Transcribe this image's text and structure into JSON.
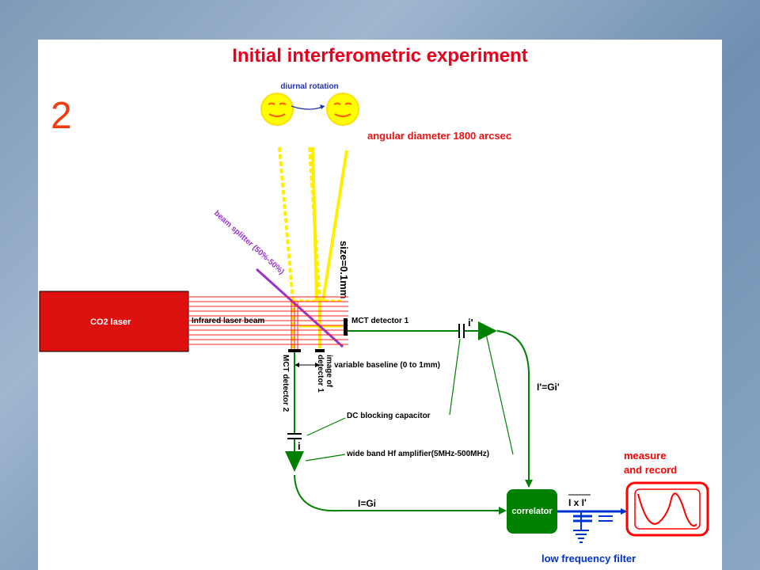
{
  "slide": {
    "title": "Initial interferometric experiment",
    "slide_number": "2"
  },
  "labels": {
    "diurnal_rotation": "diurnal rotation",
    "angular_diameter": "angular diameter 1800 arcsec",
    "beam_splitter": "beam splitter (50%-50%)",
    "size": "size=0.1mm",
    "co2_laser": "CO2 laser",
    "infrared_beam": "Infrared laser beam",
    "mct_detector_1": "MCT detector 1",
    "mct_detector_2": "MCT detector 2",
    "image_of_detector_line1": "image of",
    "image_of_detector_line2": "detector 1",
    "variable_baseline": "variable baseline (0 to 1mm)",
    "dc_blocking_capacitor": "DC blocking capacitor",
    "wide_band_amplifier": "wide band Hf amplifier(5MHz-500MHz)",
    "i_prime": "i'",
    "i": "i",
    "I_prime_eq": "I'=Gi'",
    "I_eq": "I=Gi",
    "correlator": "correlator",
    "product": "I x I'",
    "measure_line1": "measure",
    "measure_line2": "and record",
    "low_frequency_filter": "low frequency filter"
  },
  "colors": {
    "title": "#e8001c",
    "slide_number": "#f03a10",
    "laser": "#dd1010",
    "beam": "#ff2020",
    "sun": "#ffff00",
    "sun_face": "#ff5a00",
    "light": "#ffee00",
    "splitter": "#9933cc",
    "wire": "#008000",
    "filter": "#0033cc",
    "scope": "#ff0000"
  },
  "icons": [
    "sun-face-icon",
    "amplifier-icon",
    "capacitor-icon",
    "ground-icon",
    "oscilloscope-icon"
  ]
}
